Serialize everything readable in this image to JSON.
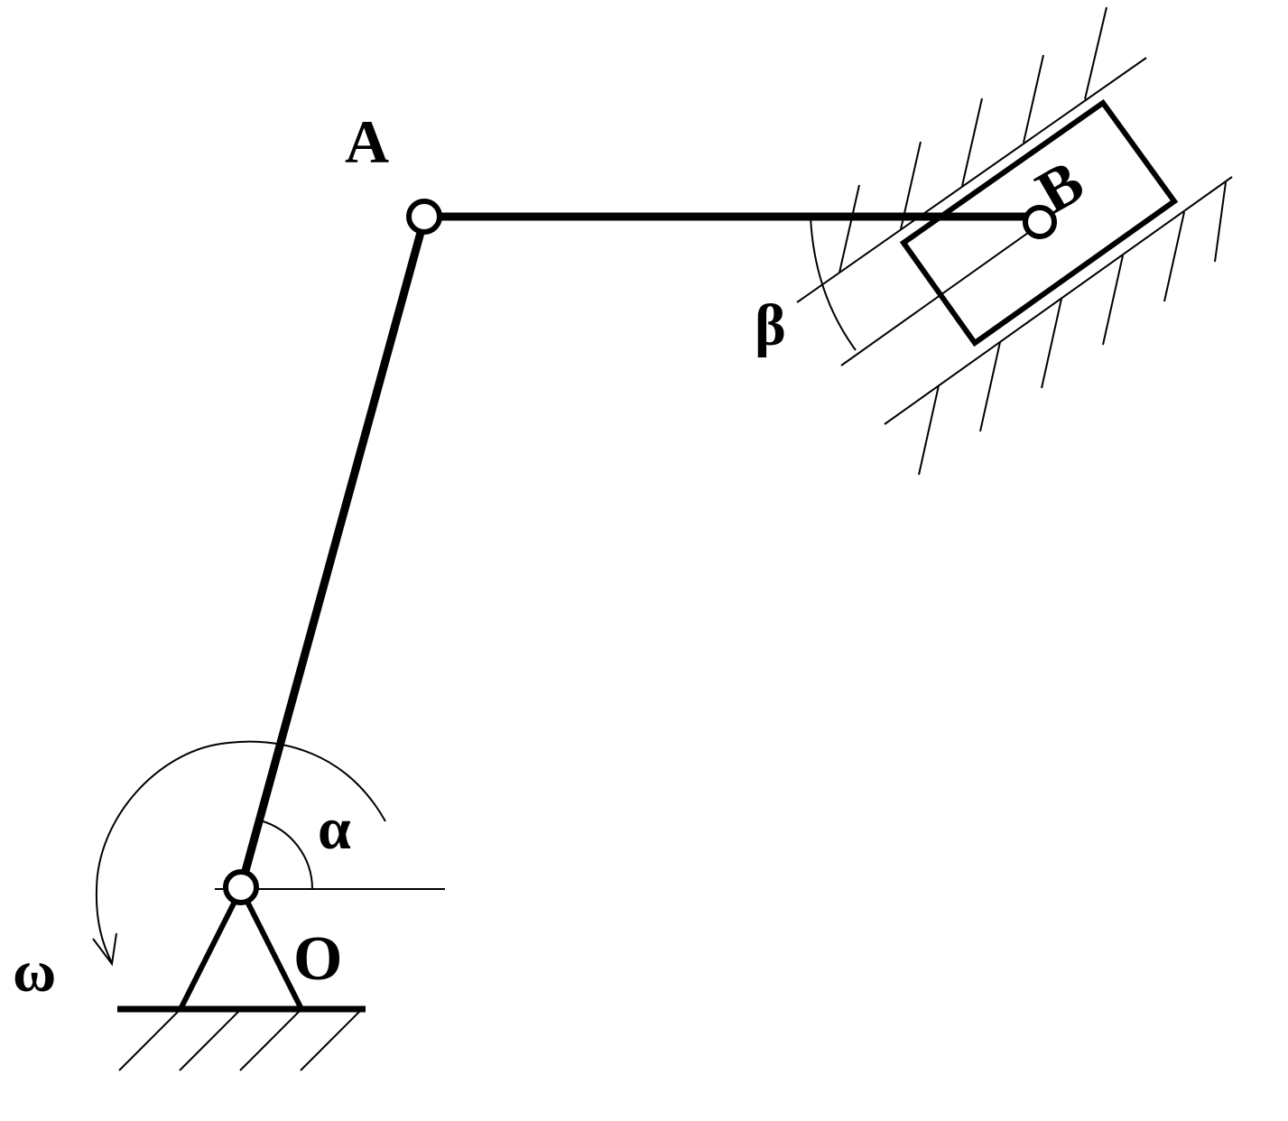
{
  "diagram": {
    "labels": {
      "point_a": "A",
      "point_b": "B",
      "point_o": "O",
      "angle_alpha": "α",
      "angle_beta": "β",
      "omega": "ω"
    },
    "colors": {
      "ink": "#000000",
      "background": "#ffffff"
    }
  }
}
